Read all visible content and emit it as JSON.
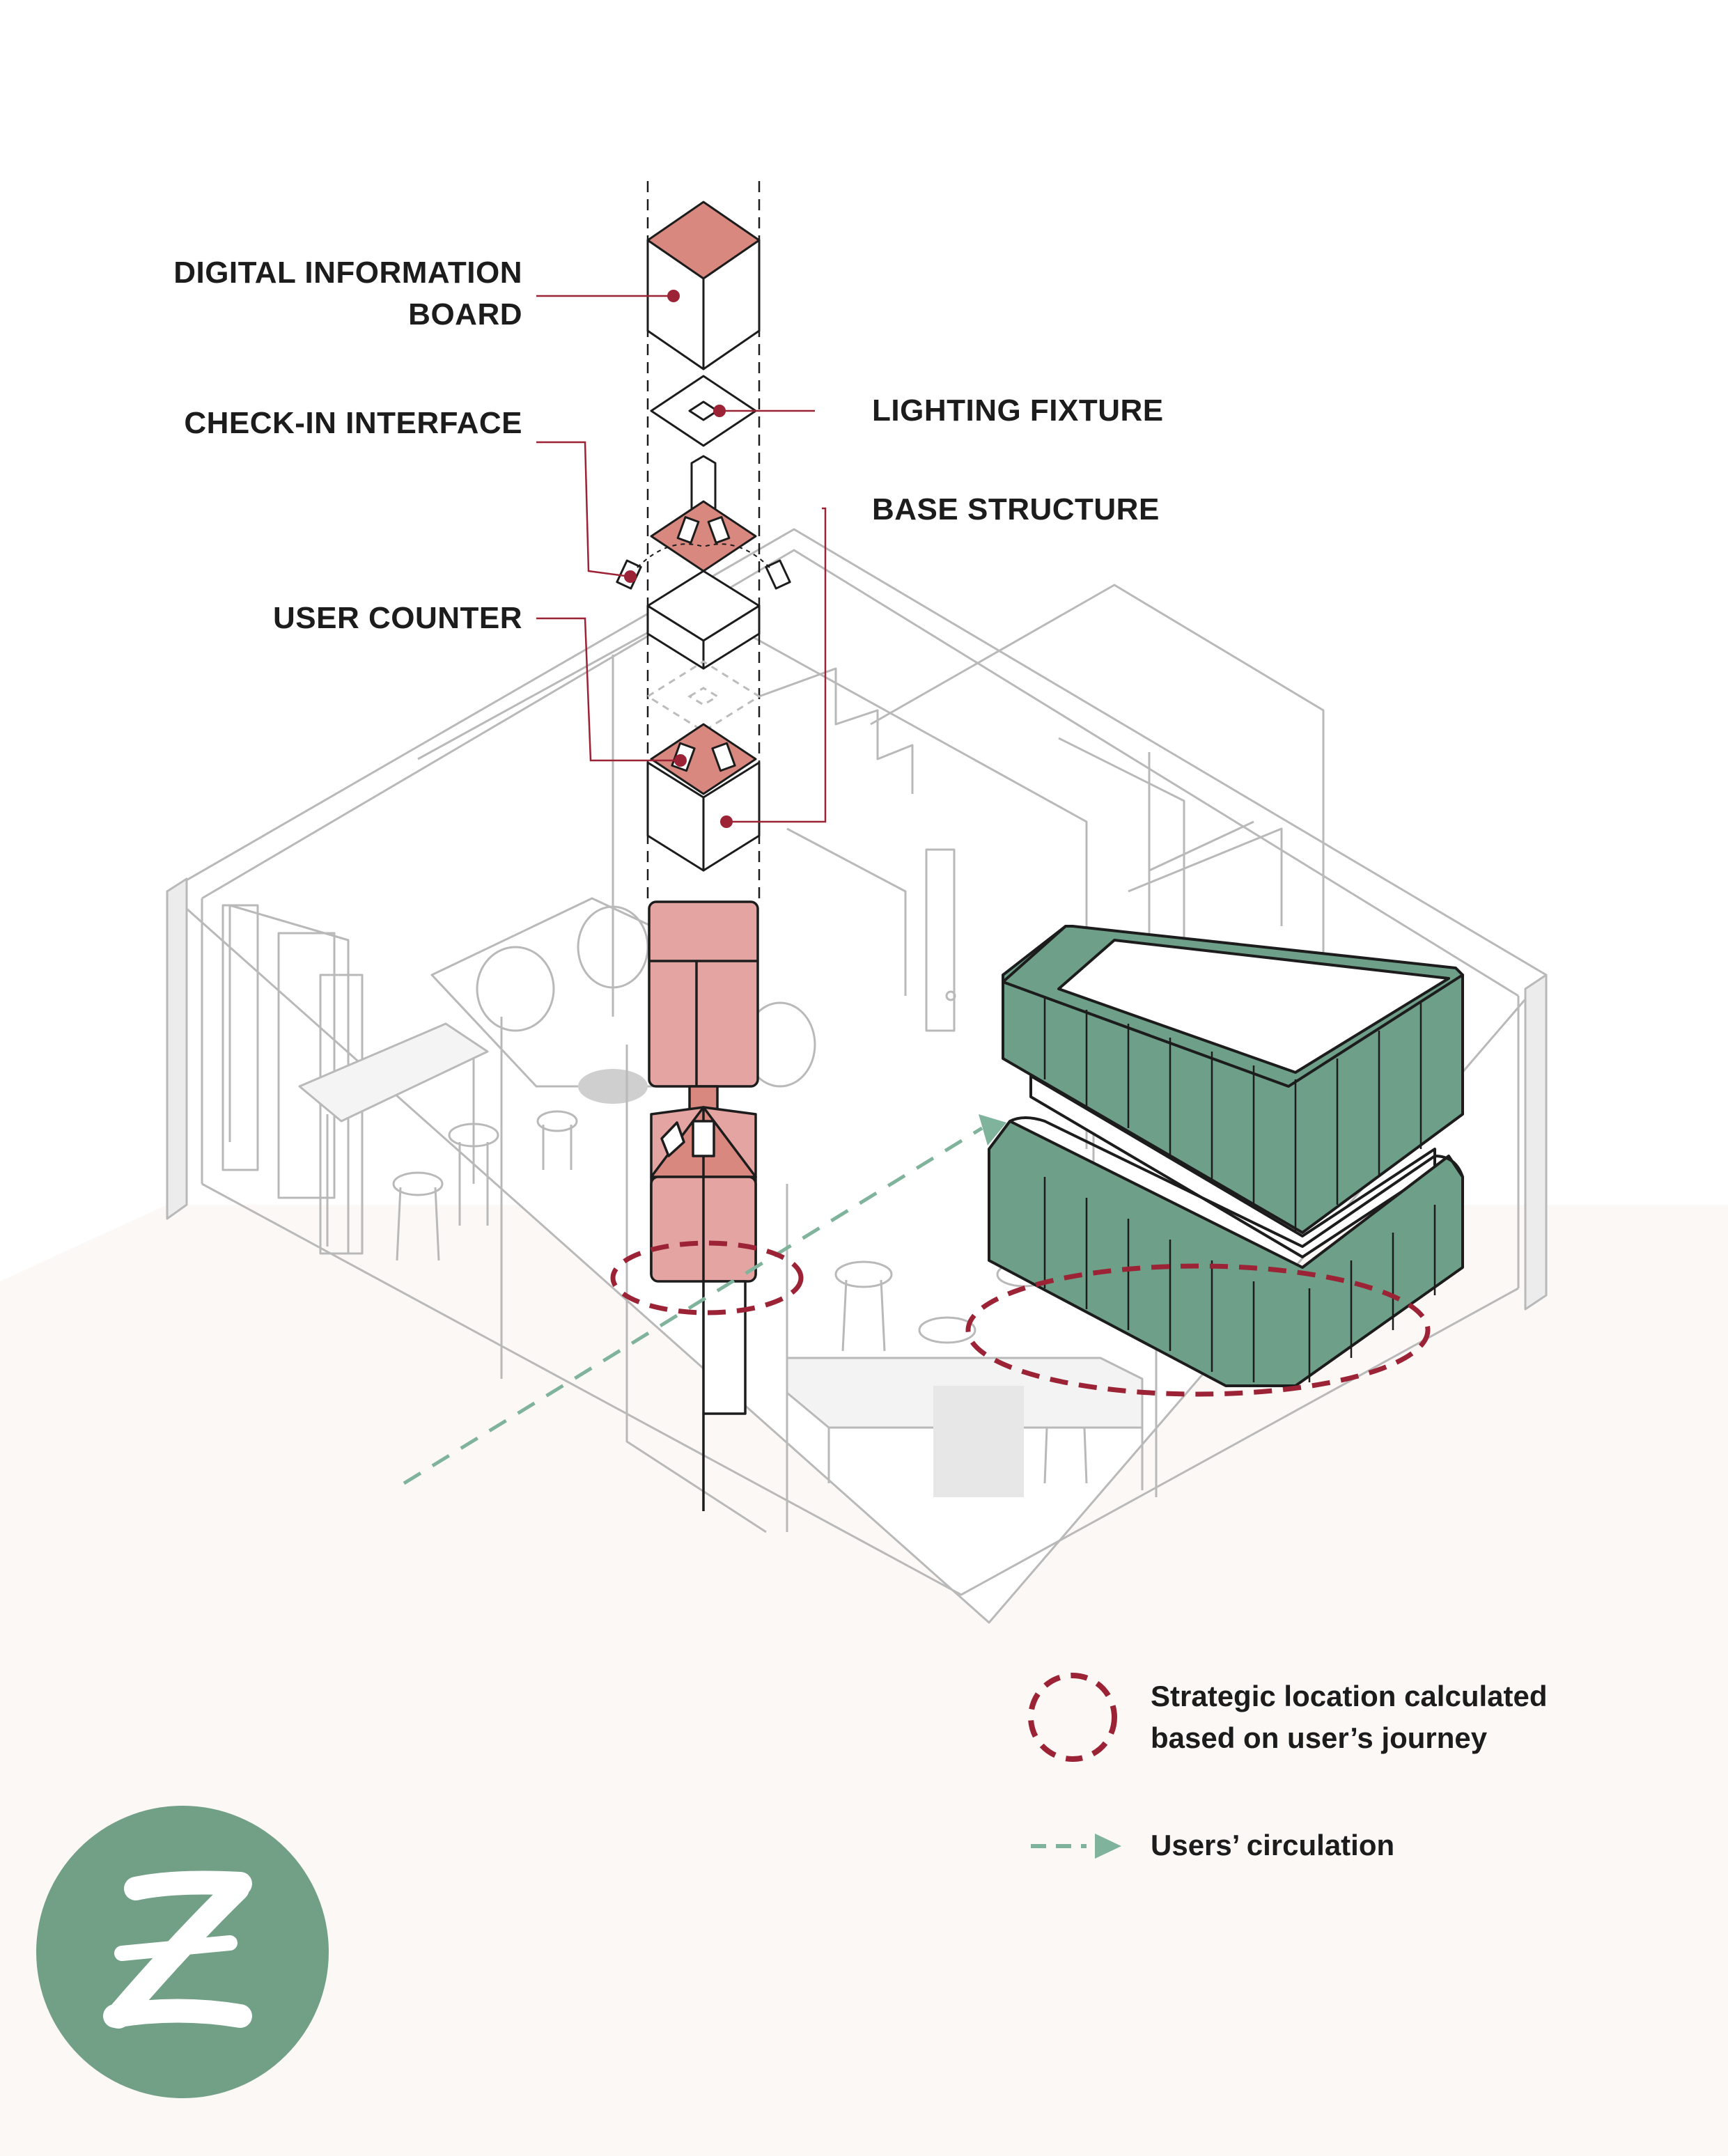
{
  "labels": {
    "digital_info_line1": "DIGITAL INFORMATION",
    "digital_info_line2": "BOARD",
    "lighting_fixture": "LIGHTING FIXTURE",
    "check_in": "CHECK-IN INTERFACE",
    "base_structure": "BASE STRUCTURE",
    "user_counter": "USER COUNTER"
  },
  "legend": {
    "strategic_line1": "Strategic location calculated",
    "strategic_line2": "based on user’s journey",
    "circulation": "Users’ circulation"
  },
  "colors": {
    "accent_red": "#9b2335",
    "pink_fill": "#d98880",
    "pink_light": "#e4a5a2",
    "green_fill": "#6e9f88",
    "green_circulation": "#7fb39b",
    "logo_green": "#72a087",
    "floor_tint": "#fcf8f5",
    "building_gray": "#b9b9b9",
    "text": "#1c1c1c"
  },
  "logo": {
    "letter": "Z",
    "icon": "brush-z-logo"
  }
}
